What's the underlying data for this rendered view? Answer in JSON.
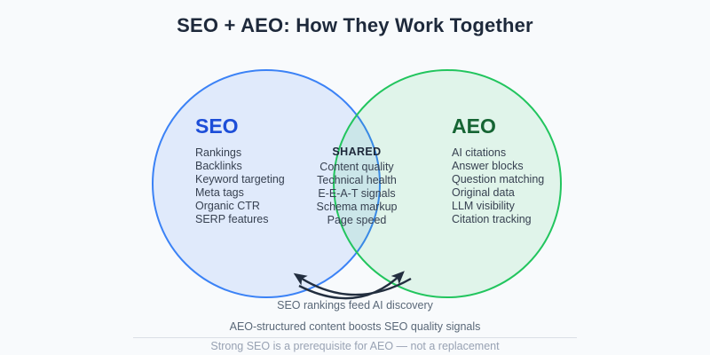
{
  "title": "SEO + AEO: How They Work Together",
  "venn": {
    "left": {
      "label": "SEO",
      "items": [
        "Rankings",
        "Backlinks",
        "Keyword targeting",
        "Meta tags",
        "Organic CTR",
        "SERP features"
      ]
    },
    "shared": {
      "label": "SHARED",
      "items": [
        "Content quality",
        "Technical health",
        "E-E-A-T signals",
        "Schema markup",
        "Page speed"
      ]
    },
    "right": {
      "label": "AEO",
      "items": [
        "AI citations",
        "Answer blocks",
        "Question matching",
        "Original data",
        "LLM visibility",
        "Citation tracking"
      ]
    }
  },
  "captions": {
    "arrow_note": "SEO rankings feed AI discovery",
    "boost_note": "AEO-structured content boosts SEO quality signals",
    "footer_note": "Strong SEO is a prerequisite for AEO — not a replacement"
  },
  "colors": {
    "background": "#f8fafc",
    "title_text": "#1e293b",
    "seo_border": "#3b82f6",
    "seo_label": "#1d4ed8",
    "aeo_border": "#22c55e",
    "aeo_label": "#166534",
    "list_text": "#374151",
    "arrow_stroke": "#222e3f",
    "caption_text": "#5a6878",
    "footer_text": "#98a2b3"
  }
}
